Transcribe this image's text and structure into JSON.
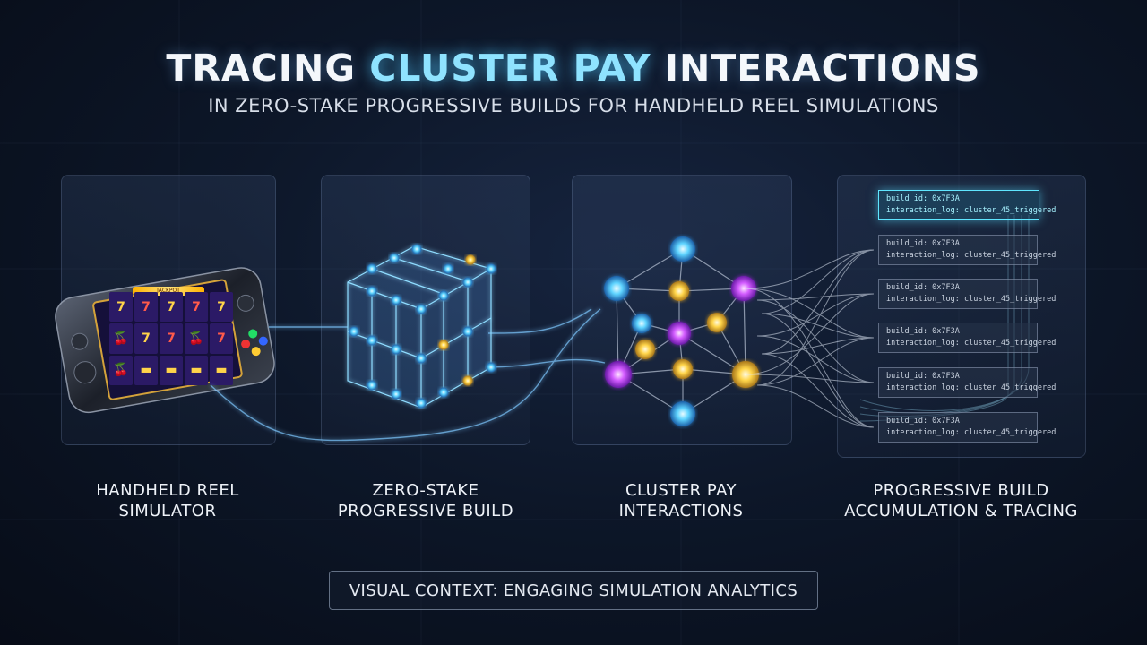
{
  "header": {
    "title_prefix": "TRACING ",
    "title_accent": "CLUSTER PAY",
    "title_suffix": " INTERACTIONS",
    "subtitle": "IN ZERO-STAKE PROGRESSIVE BUILDS FOR HANDHELD REEL SIMULATIONS"
  },
  "stages": [
    {
      "line1": "HANDHELD REEL",
      "line2": "SIMULATOR"
    },
    {
      "line1": "ZERO-STAKE",
      "line2": "PROGRESSIVE BUILD"
    },
    {
      "line1": "CLUSTER PAY",
      "line2": "INTERACTIONS"
    },
    {
      "line1": "PROGRESSIVE BUILD",
      "line2": "ACCUMULATION & TRACING"
    }
  ],
  "logs": [
    {
      "build": "build_id: 0x7F3A",
      "event": "interaction_log: cluster_45_triggered",
      "active": true
    },
    {
      "build": "build_id: 0x7F3A",
      "event": "interaction_log: cluster_45_triggered",
      "active": false
    },
    {
      "build": "build_id: 0x7F3A",
      "event": "interaction_log: cluster_45_triggered",
      "active": false
    },
    {
      "build": "build_id: 0x7F3A",
      "event": "interaction_log: cluster_45_triggered",
      "active": false
    },
    {
      "build": "build_id: 0x7F3A",
      "event": "interaction_log: cluster_45_triggered",
      "active": false
    },
    {
      "build": "build_id: 0x7F3A",
      "event": "interaction_log: cluster_45_triggered",
      "active": false
    }
  ],
  "reel_symbols": [
    "7",
    "7",
    "7",
    "7",
    "7",
    "🍒",
    "7",
    "7",
    "🍒",
    "7",
    "🍒",
    "▬",
    "▬",
    "▬",
    "▬"
  ],
  "reel_banner": "JACKPOT",
  "footer": {
    "context": "VISUAL CONTEXT: ENGAGING SIMULATION ANALYTICS"
  },
  "colors": {
    "accent": "#8fe3ff",
    "node_blue": "#5fd4ff",
    "node_gold": "#ffd54a",
    "node_purple": "#d35cff",
    "line": "#7ec8ff"
  }
}
